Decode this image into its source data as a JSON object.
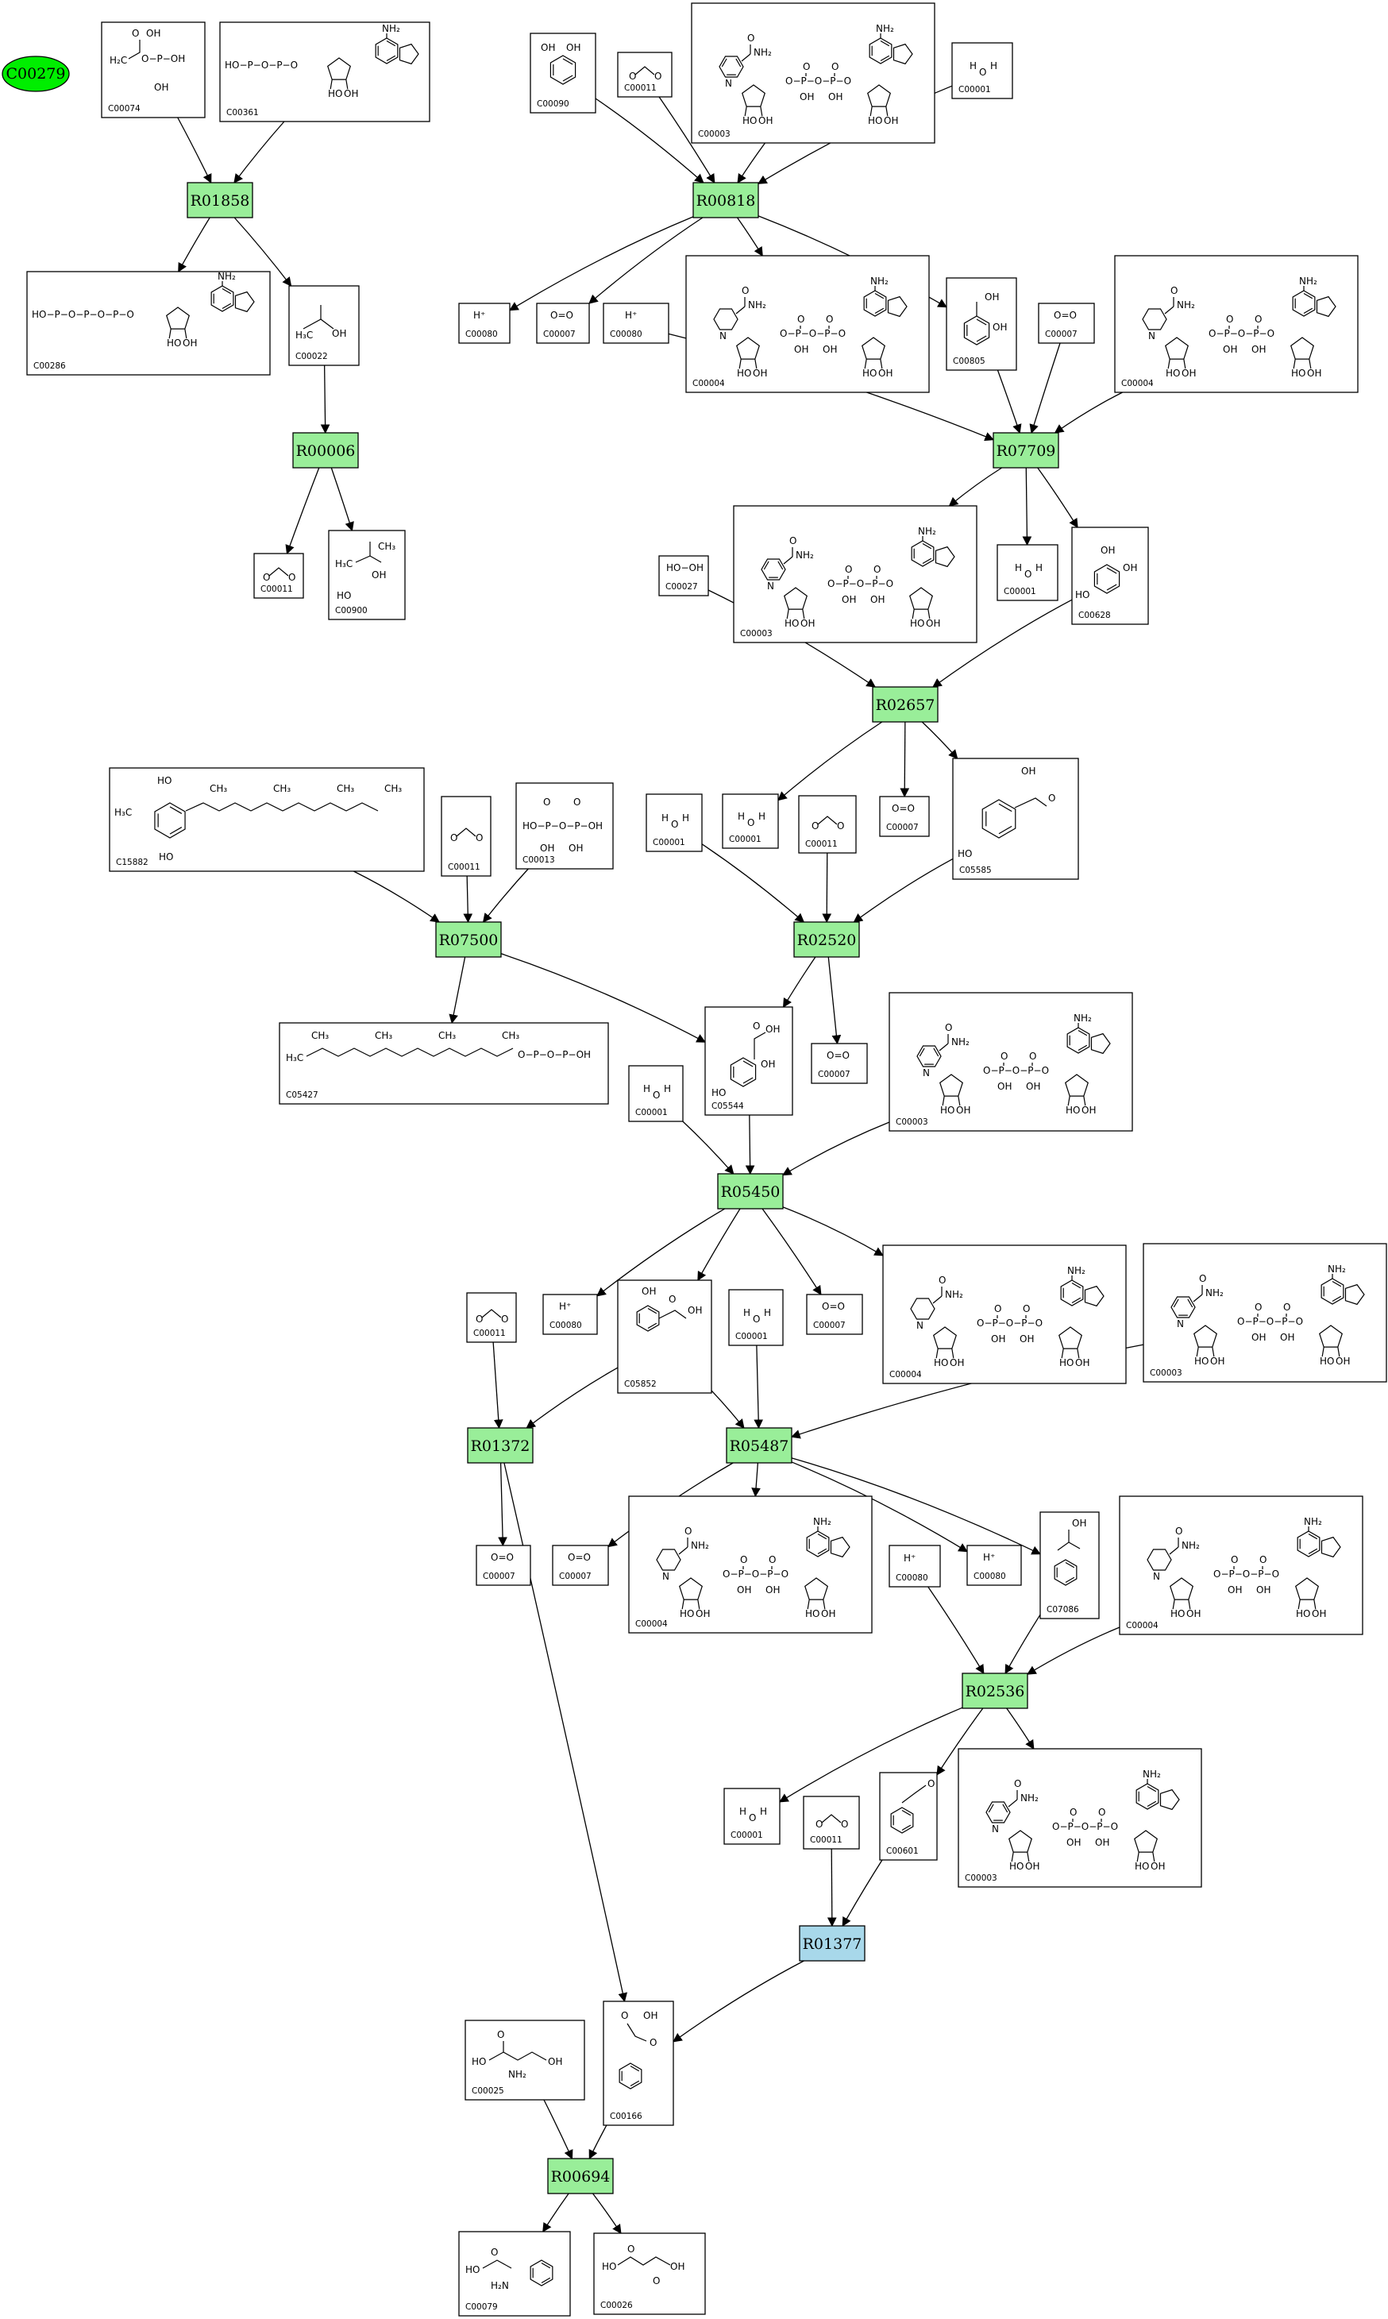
{
  "colors": {
    "reaction_green": "#99ee99",
    "reaction_blue": "#a8d8ea",
    "start_node": "#00ee00"
  },
  "start_node": {
    "label": "C00279"
  },
  "reactions": [
    {
      "id": "R01858",
      "label": "R01858",
      "color": "green"
    },
    {
      "id": "R00006",
      "label": "R00006",
      "color": "green"
    },
    {
      "id": "R00818",
      "label": "R00818",
      "color": "green"
    },
    {
      "id": "R07709",
      "label": "R07709",
      "color": "green"
    },
    {
      "id": "R02657",
      "label": "R02657",
      "color": "green"
    },
    {
      "id": "R07500",
      "label": "R07500",
      "color": "green"
    },
    {
      "id": "R02520",
      "label": "R02520",
      "color": "green"
    },
    {
      "id": "R05450",
      "label": "R05450",
      "color": "green"
    },
    {
      "id": "R01372",
      "label": "R01372",
      "color": "green"
    },
    {
      "id": "R05487",
      "label": "R05487",
      "color": "green"
    },
    {
      "id": "R02536",
      "label": "R02536",
      "color": "green"
    },
    {
      "id": "R01377",
      "label": "R01377",
      "color": "blue"
    },
    {
      "id": "R00694",
      "label": "R00694",
      "color": "green"
    }
  ],
  "compounds": [
    {
      "id": "n0074",
      "label": "C00074",
      "mol": "pep"
    },
    {
      "id": "n0361",
      "label": "C00361",
      "mol": "dgdp"
    },
    {
      "id": "n0286",
      "label": "C00286",
      "mol": "dgtp"
    },
    {
      "id": "n0022a",
      "label": "C00022",
      "mol": "pyruvate"
    },
    {
      "id": "n0011a",
      "label": "C00011",
      "mol": "co2"
    },
    {
      "id": "n0900",
      "label": "C00900",
      "mol": "acetolactate"
    },
    {
      "id": "n0090",
      "label": "C00090",
      "mol": "catechol"
    },
    {
      "id": "n0011b",
      "label": "C00011",
      "mol": "co2"
    },
    {
      "id": "n0003a",
      "label": "C00003",
      "mol": "nad"
    },
    {
      "id": "n0001a",
      "label": "C00001",
      "mol": "water"
    },
    {
      "id": "n0080a",
      "label": "C00080",
      "mol": "hplus"
    },
    {
      "id": "n0007a",
      "label": "C00007",
      "mol": "o2"
    },
    {
      "id": "n0080b",
      "label": "C00080",
      "mol": "hplus"
    },
    {
      "id": "n0004a",
      "label": "C00004",
      "mol": "nadh"
    },
    {
      "id": "n0805",
      "label": "C00805",
      "mol": "salicylate"
    },
    {
      "id": "n0007b",
      "label": "C00007",
      "mol": "o2"
    },
    {
      "id": "n0004b",
      "label": "C00004",
      "mol": "nadh"
    },
    {
      "id": "n0027",
      "label": "C00027",
      "mol": "h2o2"
    },
    {
      "id": "n0003b",
      "label": "C00003",
      "mol": "nad"
    },
    {
      "id": "n0001b",
      "label": "C00001",
      "mol": "water"
    },
    {
      "id": "n0628",
      "label": "C00628",
      "mol": "gentisate"
    },
    {
      "id": "n15882",
      "label": "C15882",
      "mol": "tocopherol"
    },
    {
      "id": "n0011c",
      "label": "C00011",
      "mol": "co2"
    },
    {
      "id": "n0013",
      "label": "C00013",
      "mol": "ppi"
    },
    {
      "id": "n0001c",
      "label": "C00001",
      "mol": "water"
    },
    {
      "id": "n0001d",
      "label": "C00001",
      "mol": "water"
    },
    {
      "id": "n0011d",
      "label": "C00011",
      "mol": "co2"
    },
    {
      "id": "n0007c",
      "label": "C00007",
      "mol": "o2"
    },
    {
      "id": "n05585",
      "label": "C05585",
      "mol": "gentisaldehyde"
    },
    {
      "id": "n05427",
      "label": "C05427",
      "mol": "phytylpp"
    },
    {
      "id": "n05544",
      "label": "C05544",
      "mol": "hpa"
    },
    {
      "id": "n0007d",
      "label": "C00007",
      "mol": "o2"
    },
    {
      "id": "n0001e",
      "label": "C00001",
      "mol": "water"
    },
    {
      "id": "n0003c",
      "label": "C00003",
      "mol": "nad"
    },
    {
      "id": "n0011e",
      "label": "C00011",
      "mol": "co2"
    },
    {
      "id": "n0080c",
      "label": "C00080",
      "mol": "hplus"
    },
    {
      "id": "n05852",
      "label": "C05852",
      "mol": "ohpa"
    },
    {
      "id": "n0001f",
      "label": "C00001",
      "mol": "water"
    },
    {
      "id": "n0007e",
      "label": "C00007",
      "mol": "o2"
    },
    {
      "id": "n0004c",
      "label": "C00004",
      "mol": "nadh"
    },
    {
      "id": "n0003d",
      "label": "C00003",
      "mol": "nad"
    },
    {
      "id": "n0007f",
      "label": "C00007",
      "mol": "o2"
    },
    {
      "id": "n0007g",
      "label": "C00007",
      "mol": "o2"
    },
    {
      "id": "n0004d",
      "label": "C00004",
      "mol": "nadh"
    },
    {
      "id": "n0080d",
      "label": "C00080",
      "mol": "hplus"
    },
    {
      "id": "n07086",
      "label": "C07086",
      "mol": "paa"
    },
    {
      "id": "n0080e",
      "label": "C00080",
      "mol": "hplus"
    },
    {
      "id": "n0004e",
      "label": "C00004",
      "mol": "nadh"
    },
    {
      "id": "n0001g",
      "label": "C00001",
      "mol": "water"
    },
    {
      "id": "n0011f",
      "label": "C00011",
      "mol": "co2"
    },
    {
      "id": "n0601",
      "label": "C00601",
      "mol": "phenylacetaldehyde"
    },
    {
      "id": "n0003e",
      "label": "C00003",
      "mol": "nad"
    },
    {
      "id": "n0025",
      "label": "C00025",
      "mol": "glutamate"
    },
    {
      "id": "n0166",
      "label": "C00166",
      "mol": "phenylpyruvate"
    },
    {
      "id": "n0079",
      "label": "C00079",
      "mol": "phenylalanine"
    },
    {
      "id": "n0026",
      "label": "C00026",
      "mol": "oxoglutarate"
    }
  ],
  "atom_text": {
    "oh": "OH",
    "ho": "HO",
    "o": "O",
    "p": "P",
    "n": "N",
    "nh2": "NH₂",
    "h2n": "H₂N",
    "h2c": "H₂C",
    "h3c": "H₃C",
    "ch3": "CH₃",
    "c": "C",
    "o2": "O=O",
    "h": "H",
    "hplus": "H⁺",
    "hooh": "HO−OH",
    "h2": "H₂",
    "oh_pp": "HO−P−O−P−OH"
  },
  "edges": [
    [
      "n0074",
      "R01858"
    ],
    [
      "n0361",
      "R01858"
    ],
    [
      "R01858",
      "n0286"
    ],
    [
      "R01858",
      "n0022a"
    ],
    [
      "n0022a",
      "R00006"
    ],
    [
      "R00006",
      "n0011a"
    ],
    [
      "R00006",
      "n0900"
    ],
    [
      "n0090",
      "R00818"
    ],
    [
      "n0011b",
      "R00818"
    ],
    [
      "n0003a",
      "R00818"
    ],
    [
      "n0001a",
      "R00818"
    ],
    [
      "R00818",
      "n0080a"
    ],
    [
      "R00818",
      "n0007a"
    ],
    [
      "R00818",
      "n0004a"
    ],
    [
      "R00818",
      "n0805"
    ],
    [
      "n0080b",
      "R07709"
    ],
    [
      "n0805",
      "R07709"
    ],
    [
      "n0007b",
      "R07709"
    ],
    [
      "n0004b",
      "R07709"
    ],
    [
      "R07709",
      "n0003b"
    ],
    [
      "R07709",
      "n0001b"
    ],
    [
      "R07709",
      "n0628"
    ],
    [
      "n0027",
      "R02657"
    ],
    [
      "n0628",
      "R02657"
    ],
    [
      "R02657",
      "n0001d"
    ],
    [
      "R02657",
      "n0007c"
    ],
    [
      "R02657",
      "n05585"
    ],
    [
      "n15882",
      "R07500"
    ],
    [
      "n0011c",
      "R07500"
    ],
    [
      "n0013",
      "R07500"
    ],
    [
      "R07500",
      "n05427"
    ],
    [
      "R07500",
      "n05544"
    ],
    [
      "n0001c",
      "R02520"
    ],
    [
      "n0011d",
      "R02520"
    ],
    [
      "n05585",
      "R02520"
    ],
    [
      "R02520",
      "n05544"
    ],
    [
      "R02520",
      "n0007d"
    ],
    [
      "n0001e",
      "R05450"
    ],
    [
      "n05544",
      "R05450"
    ],
    [
      "n0003c",
      "R05450"
    ],
    [
      "R05450",
      "n0080c"
    ],
    [
      "R05450",
      "n05852"
    ],
    [
      "R05450",
      "n0007e"
    ],
    [
      "R05450",
      "n0004c"
    ],
    [
      "n0011e",
      "R01372"
    ],
    [
      "n05852",
      "R01372"
    ],
    [
      "R01372",
      "n0007f"
    ],
    [
      "R01372",
      "n0166"
    ],
    [
      "n05852",
      "R05487"
    ],
    [
      "n0001f",
      "R05487"
    ],
    [
      "n0003d",
      "R05487"
    ],
    [
      "R05487",
      "n0007g"
    ],
    [
      "R05487",
      "n0004d"
    ],
    [
      "R05487",
      "n0080d"
    ],
    [
      "R05487",
      "n07086"
    ],
    [
      "n0080e",
      "R02536"
    ],
    [
      "n07086",
      "R02536"
    ],
    [
      "n0004e",
      "R02536"
    ],
    [
      "R02536",
      "n0001g"
    ],
    [
      "R02536",
      "n0601"
    ],
    [
      "R02536",
      "n0003e"
    ],
    [
      "n0011f",
      "R01377"
    ],
    [
      "n0601",
      "R01377"
    ],
    [
      "R01377",
      "n0166"
    ],
    [
      "n0025",
      "R00694"
    ],
    [
      "n0166",
      "R00694"
    ],
    [
      "R00694",
      "n0079"
    ],
    [
      "R00694",
      "n0026"
    ]
  ]
}
